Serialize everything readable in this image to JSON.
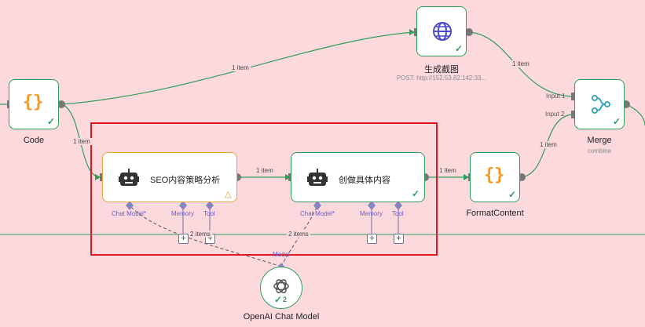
{
  "nodes": {
    "code": {
      "title": "Code"
    },
    "screenshot": {
      "title": "生成截图",
      "subtitle": "POST: http://152.53.82.142:33..."
    },
    "merge": {
      "title": "Merge",
      "subtitle": "combine",
      "input1": "Input 1",
      "input2": "Input 2"
    },
    "seo_agent": {
      "title": "SEO内容策略分析",
      "chat_model": "Chat Model*",
      "memory": "Memory",
      "tool": "Tool"
    },
    "create_agent": {
      "title": "创做具体内容",
      "chat_model": "Chat Model*",
      "memory": "Memory",
      "tool": "Tool"
    },
    "format": {
      "title": "FormatContent"
    },
    "openai": {
      "title": "OpenAI Chat Model",
      "port_label": "Model",
      "run_count": "2"
    }
  },
  "edges": {
    "code_to_screenshot": "1 item",
    "code_to_seo": "1 item",
    "seo_to_create": "1 item",
    "create_to_format": "1 item",
    "screenshot_to_merge": "1 item",
    "format_to_merge": "1 item",
    "model_to_seo": "2 items",
    "model_to_create": "2 items"
  },
  "colors": {
    "success": "#2e9e5b",
    "warning": "#f0a23a",
    "highlight": "#e3151f",
    "canvas": "#fcd9dc"
  }
}
